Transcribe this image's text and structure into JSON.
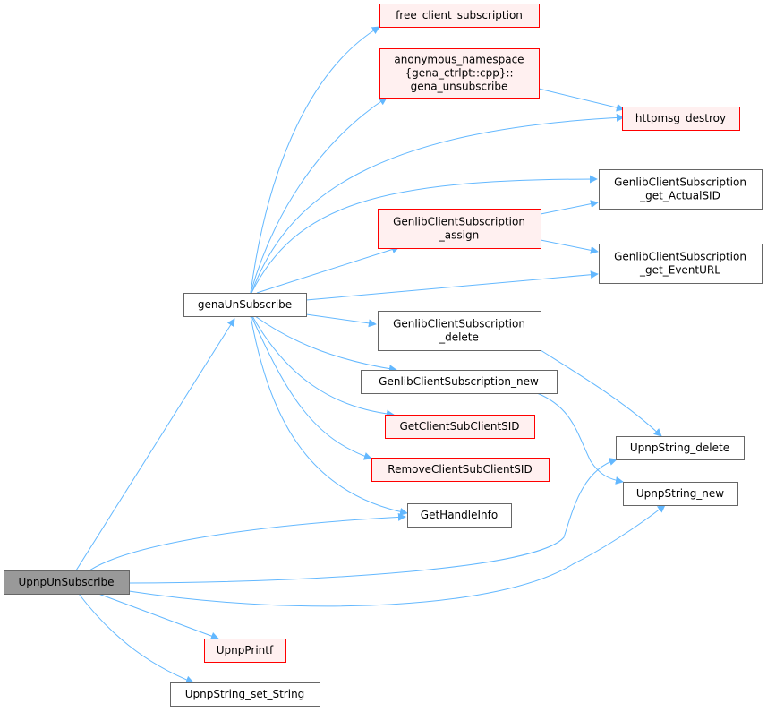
{
  "colors": {
    "edge": "#63b8ff",
    "root_fill": "#999999",
    "root_border": "#666666",
    "normal_fill": "#ffffff",
    "normal_border": "#666666",
    "red_fill": "#fff0f0",
    "red_border": "#ff0000"
  },
  "nodes": [
    {
      "id": "upnpunsubscribe",
      "lines": [
        "UpnpUnSubscribe"
      ],
      "style": "root"
    },
    {
      "id": "genaunsubscribe",
      "lines": [
        "genaUnSubscribe"
      ],
      "style": "normal"
    },
    {
      "id": "free-client-subscription",
      "lines": [
        "free_client_subscription"
      ],
      "style": "red"
    },
    {
      "id": "gena-unsubscribe",
      "lines": [
        "anonymous_namespace",
        "{gena_ctrlpt::cpp}::",
        "gena_unsubscribe"
      ],
      "style": "red"
    },
    {
      "id": "httpmsg-destroy",
      "lines": [
        "httpmsg_destroy"
      ],
      "style": "red"
    },
    {
      "id": "get-actualsid",
      "lines": [
        "GenlibClientSubscription",
        "_get_ActualSID"
      ],
      "style": "normal"
    },
    {
      "id": "subscription-assign",
      "lines": [
        "GenlibClientSubscription",
        "_assign"
      ],
      "style": "red"
    },
    {
      "id": "get-eventurl",
      "lines": [
        "GenlibClientSubscription",
        "_get_EventURL"
      ],
      "style": "normal"
    },
    {
      "id": "subscription-delete",
      "lines": [
        "GenlibClientSubscription",
        "_delete"
      ],
      "style": "normal"
    },
    {
      "id": "subscription-new",
      "lines": [
        "GenlibClientSubscription_new"
      ],
      "style": "normal"
    },
    {
      "id": "getclientsubclientsid",
      "lines": [
        "GetClientSubClientSID"
      ],
      "style": "red"
    },
    {
      "id": "removeclientsubclientsid",
      "lines": [
        "RemoveClientSubClientSID"
      ],
      "style": "red"
    },
    {
      "id": "gethandleinfo",
      "lines": [
        "GetHandleInfo"
      ],
      "style": "normal"
    },
    {
      "id": "upnpstring-delete",
      "lines": [
        "UpnpString_delete"
      ],
      "style": "normal"
    },
    {
      "id": "upnpstring-new",
      "lines": [
        "UpnpString_new"
      ],
      "style": "normal"
    },
    {
      "id": "upnpprintf",
      "lines": [
        "UpnpPrintf"
      ],
      "style": "red"
    },
    {
      "id": "upnpstring-set-string",
      "lines": [
        "UpnpString_set_String"
      ],
      "style": "normal"
    }
  ],
  "edges": [
    {
      "from": "upnpunsubscribe",
      "to": "genaunsubscribe"
    },
    {
      "from": "upnpunsubscribe",
      "to": "gethandleinfo"
    },
    {
      "from": "upnpunsubscribe",
      "to": "upnpstring-delete"
    },
    {
      "from": "upnpunsubscribe",
      "to": "upnpstring-new"
    },
    {
      "from": "upnpunsubscribe",
      "to": "upnpprintf"
    },
    {
      "from": "upnpunsubscribe",
      "to": "upnpstring-set-string"
    },
    {
      "from": "genaunsubscribe",
      "to": "free-client-subscription"
    },
    {
      "from": "genaunsubscribe",
      "to": "gena-unsubscribe"
    },
    {
      "from": "genaunsubscribe",
      "to": "httpmsg-destroy"
    },
    {
      "from": "genaunsubscribe",
      "to": "get-actualsid"
    },
    {
      "from": "genaunsubscribe",
      "to": "subscription-assign"
    },
    {
      "from": "genaunsubscribe",
      "to": "get-eventurl"
    },
    {
      "from": "genaunsubscribe",
      "to": "subscription-delete"
    },
    {
      "from": "genaunsubscribe",
      "to": "subscription-new"
    },
    {
      "from": "genaunsubscribe",
      "to": "getclientsubclientsid"
    },
    {
      "from": "genaunsubscribe",
      "to": "removeclientsubclientsid"
    },
    {
      "from": "genaunsubscribe",
      "to": "gethandleinfo"
    },
    {
      "from": "gena-unsubscribe",
      "to": "httpmsg-destroy"
    },
    {
      "from": "subscription-assign",
      "to": "get-actualsid"
    },
    {
      "from": "subscription-assign",
      "to": "get-eventurl"
    },
    {
      "from": "subscription-delete",
      "to": "upnpstring-delete"
    },
    {
      "from": "subscription-new",
      "to": "upnpstring-new"
    }
  ]
}
